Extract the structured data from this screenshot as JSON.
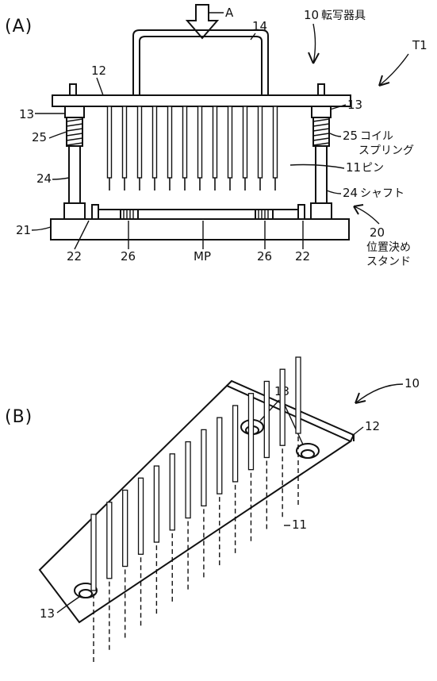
{
  "panels": {
    "a": "(A)",
    "b": "(B)"
  },
  "labels": {
    "arrow_a": "A",
    "t1": "T1",
    "n10": "10",
    "n10_jp": "転写器具",
    "n14": "14",
    "n12": "12",
    "n13": "13",
    "n25": "25",
    "n25_jp_1": "コイル",
    "n25_jp_2": "スプリング",
    "n24": "24",
    "n24_jp": "シャフト",
    "n11": "11",
    "n11_jp": "ピン",
    "n21": "21",
    "n22": "22",
    "n26": "26",
    "mp": "MP",
    "n20": "20",
    "n20_jp_1": "位置決め",
    "n20_jp_2": "スタンド"
  }
}
